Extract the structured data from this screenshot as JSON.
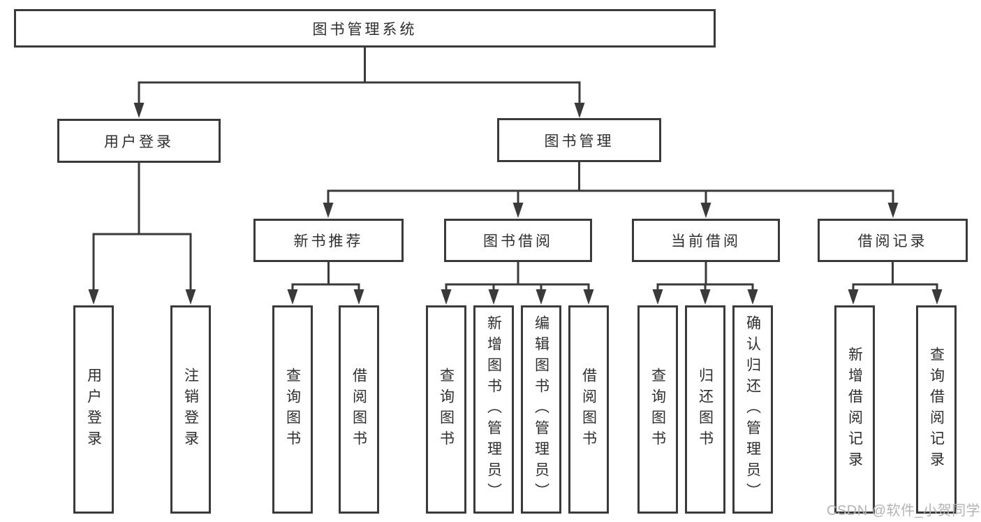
{
  "diagram": {
    "root": "图书管理系统",
    "user_login": {
      "label": "用户登录",
      "children": [
        "用户登录",
        "注销登录"
      ]
    },
    "book_management": {
      "label": "图书管理",
      "new_book_recommend": {
        "label": "新书推荐",
        "children": [
          "查询图书",
          "借阅图书"
        ]
      },
      "book_borrow": {
        "label": "图书借阅",
        "children": [
          "查询图书",
          "新增图书（管理员）",
          "编辑图书（管理员）",
          "借阅图书"
        ]
      },
      "current_borrow": {
        "label": "当前借阅",
        "children": [
          "查询图书",
          "归还图书",
          "确认归还（管理员）"
        ]
      },
      "borrow_records": {
        "label": "借阅记录",
        "children": [
          "新增借阅记录",
          "查询借阅记录"
        ]
      }
    },
    "watermark": "CSDN @软件_小贺同学",
    "colors": {
      "line": "#3a3a3a",
      "text": "#2e2e2e",
      "watermark_text": "#b3b3b3",
      "background": "#ffffff"
    }
  }
}
